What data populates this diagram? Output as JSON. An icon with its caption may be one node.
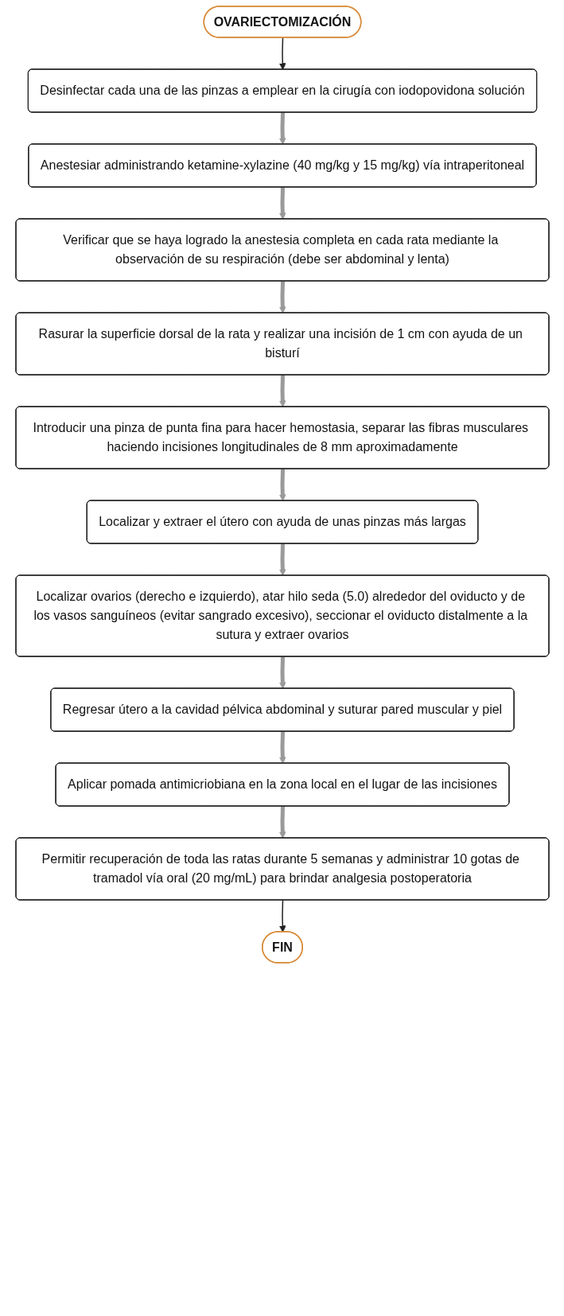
{
  "diagram": {
    "nodes": [
      {
        "text": [
          "OVARIECTOMIZACIÓN"
        ]
      },
      {
        "text": [
          "Desinfectar cada una de las pinzas a emplear en la cirugía con iodopovidona solución"
        ]
      },
      {
        "text": [
          "Anestesiar administrando ketamine-xylazine (40 mg/kg y 15 mg/kg) vía intraperitoneal"
        ]
      },
      {
        "text": [
          "Verificar que se haya logrado la anestesia completa en cada rata mediante la observación de su respiración (debe ser abdominal y lenta)"
        ]
      },
      {
        "text": [
          "Rasurar la superficie dorsal de la rata y realizar una incisión de 1 cm con ayuda de un bisturí"
        ]
      },
      {
        "text": [
          "Introducir una pinza de punta fina para hacer hemostasia, separar las fibras musculares haciendo incisiones longitudinales de 8 mm aproximadamente"
        ]
      },
      {
        "text": [
          "Localizar y extraer el útero con ayuda de unas pinzas más largas"
        ]
      },
      {
        "text": [
          "Localizar ovarios (derecho e izquierdo), atar hilo seda (5.0) alrededor del oviducto y de los vasos sanguíneos (evitar sangrado excesivo), seccionar el oviducto distalmente a la sutura y extraer ovarios"
        ]
      },
      {
        "text": [
          "Regresar útero a la cavidad pélvica abdominal y suturar pared muscular y piel"
        ]
      },
      {
        "text": [
          "Aplicar pomada antimicriobiana en la zona local en el lugar de las incisiones"
        ]
      },
      {
        "text": [
          "Permitir recuperación de toda las ratas durante 5 semanas y administrar 10 gotas de tramadol vía oral (20 mg/mL) para brindar analgesia postoperatoria"
        ]
      },
      {
        "text": [
          "FIN"
        ]
      }
    ],
    "edges": [
      {
        "from": 0,
        "to": 1,
        "arrow": "to",
        "color": "#222222"
      },
      {
        "from": 1,
        "to": 2,
        "arrow": "to"
      },
      {
        "from": 2,
        "to": 3,
        "arrow": "to"
      },
      {
        "from": 3,
        "to": 4,
        "arrow": "to"
      },
      {
        "from": 4,
        "to": 5,
        "arrow": "to"
      },
      {
        "from": 5,
        "to": 6,
        "arrow": "to"
      },
      {
        "from": 6,
        "to": 7,
        "arrow": "to"
      },
      {
        "from": 7,
        "to": 8,
        "arrow": "to"
      },
      {
        "from": 8,
        "to": 9,
        "arrow": "to"
      },
      {
        "from": 9,
        "to": 10,
        "arrow": "to"
      },
      {
        "from": 10,
        "to": 11,
        "arrow": "to",
        "color": "#222222"
      }
    ]
  }
}
